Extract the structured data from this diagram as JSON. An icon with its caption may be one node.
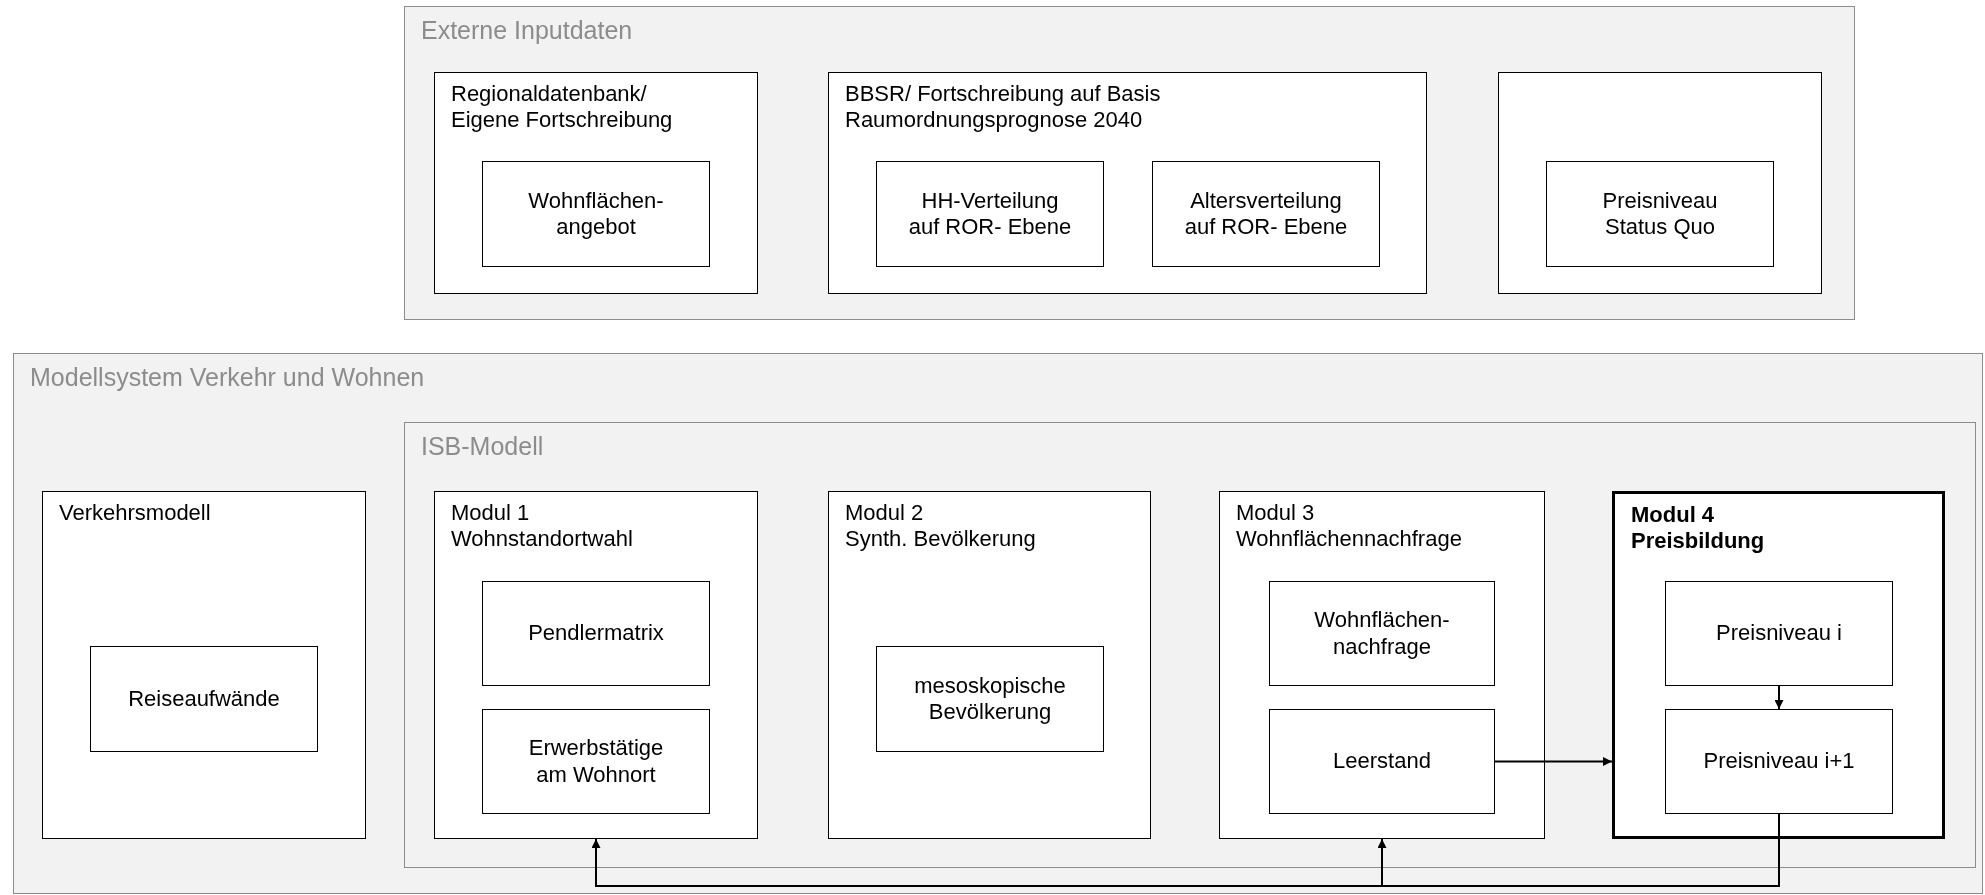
{
  "diagram": {
    "nodes": [
      {
        "text": [
          "Externe Inputdaten"
        ]
      },
      {
        "text": [
          "Regionaldatenbank/ Eigene Fortschreibung"
        ],
        "in": 0
      },
      {
        "text": [
          "Wohnflächen- angebot"
        ],
        "in": 1
      },
      {
        "text": [
          "BBSR/ Fortschreibung auf Basis Raumordnungsprognose 2040"
        ],
        "in": 0
      },
      {
        "text": [
          "HH-Verteilung auf ROR- Ebene"
        ],
        "in": 3
      },
      {
        "text": [
          "Altersverteilung auf ROR- Ebene"
        ],
        "in": 3
      },
      {
        "text": [],
        "shape": "box",
        "in": 0
      },
      {
        "text": [
          "Preisniveau Status Quo"
        ],
        "in": 6
      },
      {
        "text": [
          "Modellsystem Verkehr und Wohnen"
        ]
      },
      {
        "text": [
          "Verkehrsmodell"
        ],
        "in": 8
      },
      {
        "text": [
          "Reiseaufwände"
        ],
        "in": 9
      },
      {
        "text": [
          "ISB-Modell"
        ],
        "in": 8
      },
      {
        "text": [
          "Modul 1",
          "Wohnstandortwahl"
        ],
        "in": 11
      },
      {
        "text": [
          "Pendlermatrix"
        ],
        "in": 12
      },
      {
        "text": [
          "Erwerbstätige am Wohnort"
        ],
        "in": 12
      },
      {
        "text": [
          "Modul 2",
          "Synth. Bevölkerung"
        ],
        "in": 11
      },
      {
        "text": [
          "mesoskopische Bevölkerung"
        ],
        "in": 15
      },
      {
        "text": [
          "Modul 3",
          "Wohnflächennachfrage"
        ],
        "in": 11
      },
      {
        "text": [
          "Wohnflächen- nachfrage"
        ],
        "in": 17
      },
      {
        "text": [
          "Leerstand"
        ],
        "in": 17
      },
      {
        "text": [
          "Modul 4",
          "Preisbildung"
        ],
        "in": 11
      },
      {
        "text": [
          "Preisniveau i"
        ],
        "in": 20
      },
      {
        "text": [
          "Preisniveau i+1"
        ],
        "in": 20
      }
    ],
    "edges": [
      {
        "from": 19,
        "to": 20,
        "arrow": "to"
      },
      {
        "from": 21,
        "to": 22,
        "arrow": "to"
      },
      {
        "from": 22,
        "to": 12,
        "arrow": "to"
      },
      {
        "from": 22,
        "to": 17,
        "arrow": "to"
      }
    ]
  }
}
